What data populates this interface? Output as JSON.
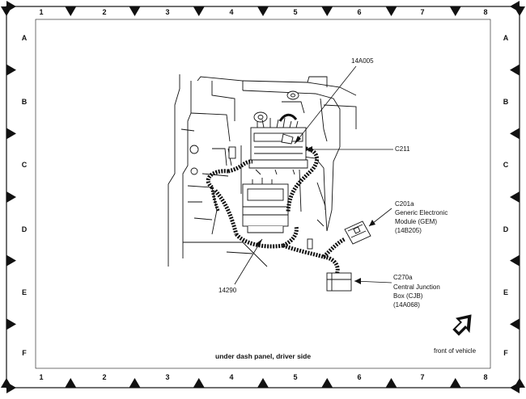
{
  "grid": {
    "columns": [
      "1",
      "2",
      "3",
      "4",
      "5",
      "6",
      "7",
      "8"
    ],
    "rows": [
      "A",
      "B",
      "C",
      "D",
      "E",
      "F"
    ]
  },
  "callouts": {
    "c14a005": "14A005",
    "c211": "C211",
    "c201a": "C201a",
    "gem_line1": "Generic Electronic",
    "gem_line2": "Module (GEM)",
    "gem_line3": "(14B205)",
    "c270a": "C270a",
    "cjb_line1": "Central Junction",
    "cjb_line2": "Box (CJB)",
    "cjb_line3": "(14A068)",
    "c14290": "14290"
  },
  "caption": "under dash panel, driver side",
  "front_label": "front of vehicle",
  "colors": {
    "ink": "#111111",
    "paper": "#ffffff"
  }
}
